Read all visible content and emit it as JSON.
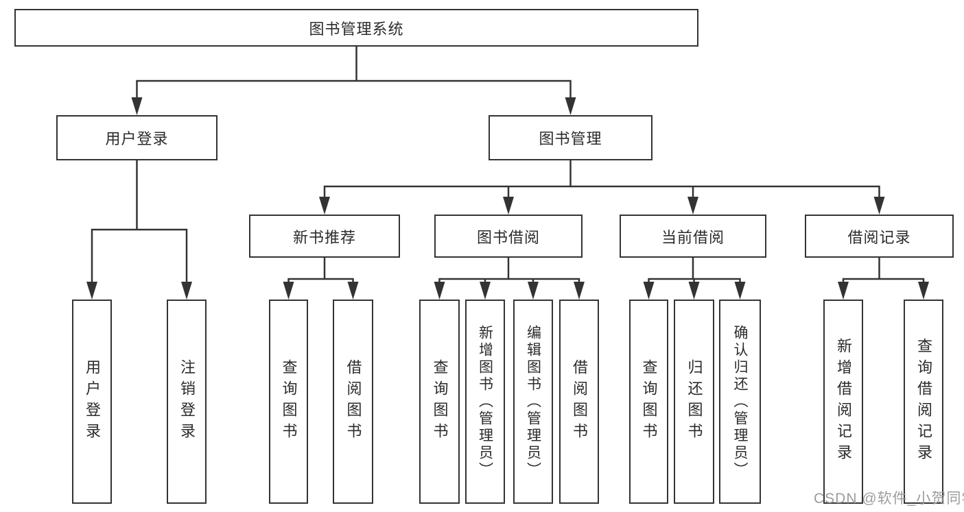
{
  "diagram_title": "图书管理系统",
  "hierarchy": {
    "root": "图书管理系统",
    "children": [
      {
        "name": "用户登录",
        "children": [
          "用户登录",
          "注销登录"
        ]
      },
      {
        "name": "图书管理",
        "children": [
          {
            "name": "新书推荐",
            "children": [
              "查询图书",
              "借阅图书"
            ]
          },
          {
            "name": "图书借阅",
            "children": [
              "查询图书",
              "新增图书（管理员）",
              "编辑图书（管理员）",
              "借阅图书"
            ]
          },
          {
            "name": "当前借阅",
            "children": [
              "查询图书",
              "归还图书",
              "确认归还（管理员）"
            ]
          },
          {
            "name": "借阅记录",
            "children": [
              "新增借阅记录",
              "查询借阅记录"
            ]
          }
        ]
      }
    ]
  },
  "watermark": {
    "text": "CSDN @软件_小贺同学"
  },
  "colors": {
    "line": "#333333",
    "text": "#2b2b2b",
    "watermark": "#9c9c9c",
    "background": "#ffffff"
  }
}
